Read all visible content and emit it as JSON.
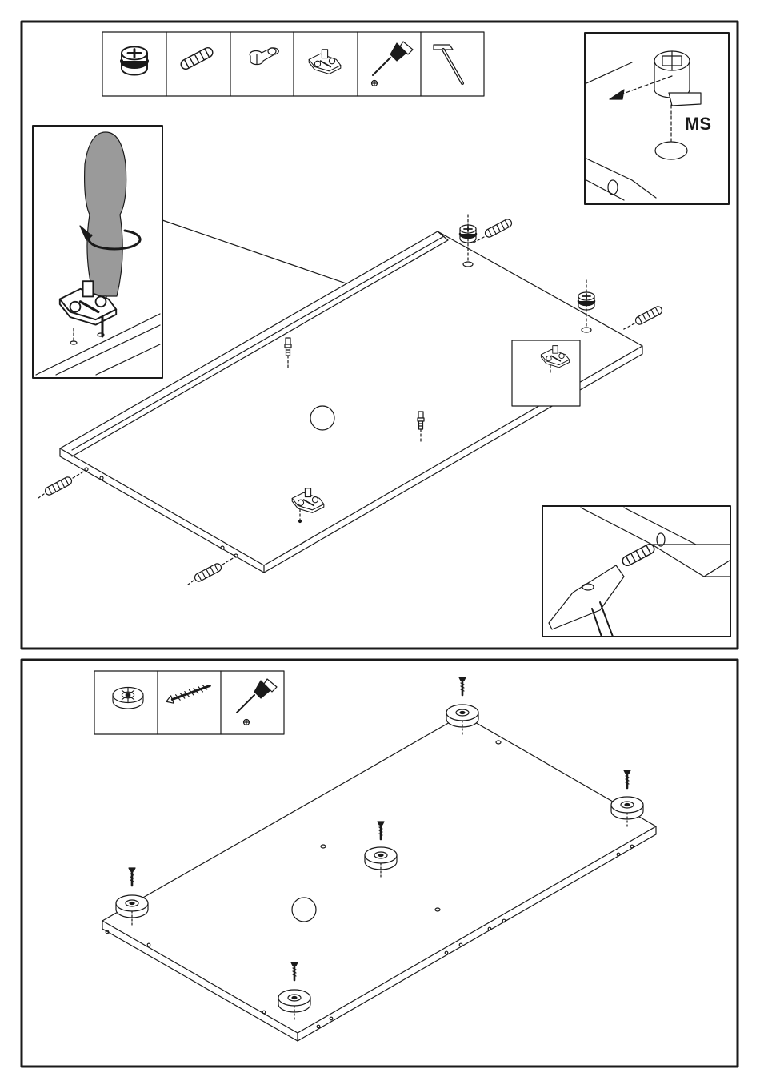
{
  "step1": {
    "tools": [
      "cam-lock",
      "wooden-dowel",
      "connector-bolt",
      "hinge-plate",
      "screwdriver",
      "hammer"
    ],
    "callout_cam_label": "MS"
  },
  "step2": {
    "tools": [
      "furniture-glide-foot",
      "wood-screw",
      "screwdriver"
    ]
  },
  "colors": {
    "stroke": "#1a1a1a",
    "handle_fill": "#9a9a9a",
    "background": "#ffffff"
  }
}
